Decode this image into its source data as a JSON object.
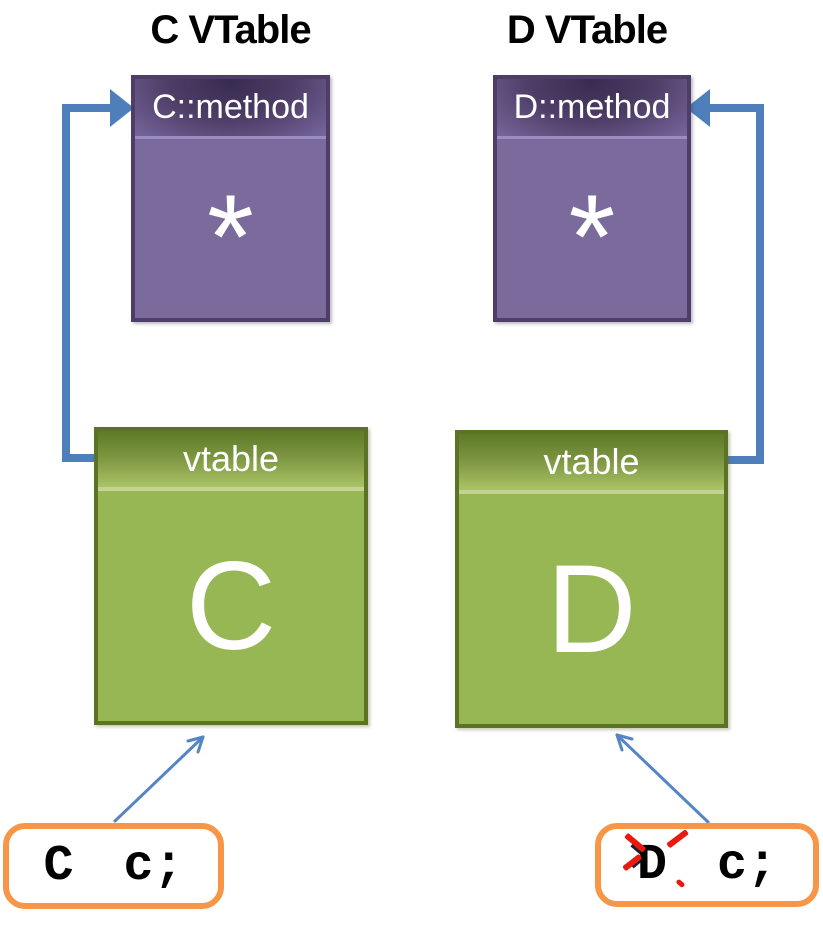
{
  "left": {
    "title": "C VTable",
    "vtable": {
      "method_slot": "C::method",
      "pointer_slot": "*"
    },
    "object": {
      "header": "vtable",
      "name": "C"
    },
    "declaration": {
      "type": "C",
      "variable": "c;",
      "type_crossed_out": false
    }
  },
  "right": {
    "title": "D VTable",
    "vtable": {
      "method_slot": "D::method",
      "pointer_slot": "*"
    },
    "object": {
      "header": "vtable",
      "name": "D"
    },
    "declaration": {
      "type": "D",
      "variable": "c;",
      "type_crossed_out": true
    }
  },
  "arrows": [
    {
      "name": "c-object-vtable-pointer",
      "from": "C object vtable slot",
      "to": "C::method entry",
      "style": "thick-elbow"
    },
    {
      "name": "d-object-vtable-pointer",
      "from": "D object vtable slot",
      "to": "D::method entry",
      "style": "thick-elbow"
    },
    {
      "name": "c-declaration-to-object",
      "from": "C c; declaration",
      "to": "C object",
      "style": "thin"
    },
    {
      "name": "d-declaration-to-object",
      "from": "D c; declaration",
      "to": "D object",
      "style": "thin"
    }
  ],
  "colors": {
    "purple_body": "#7b6b9d",
    "purple_border": "#4e3d66",
    "green_body": "#96b754",
    "green_border": "#5c7325",
    "arrow_blue": "#4e7fba",
    "thin_arrow_blue": "#5585c5",
    "orange_border": "#f79646",
    "cross_red": "#e8190e",
    "title_text": "#000000",
    "box_text": "#ffffff"
  }
}
